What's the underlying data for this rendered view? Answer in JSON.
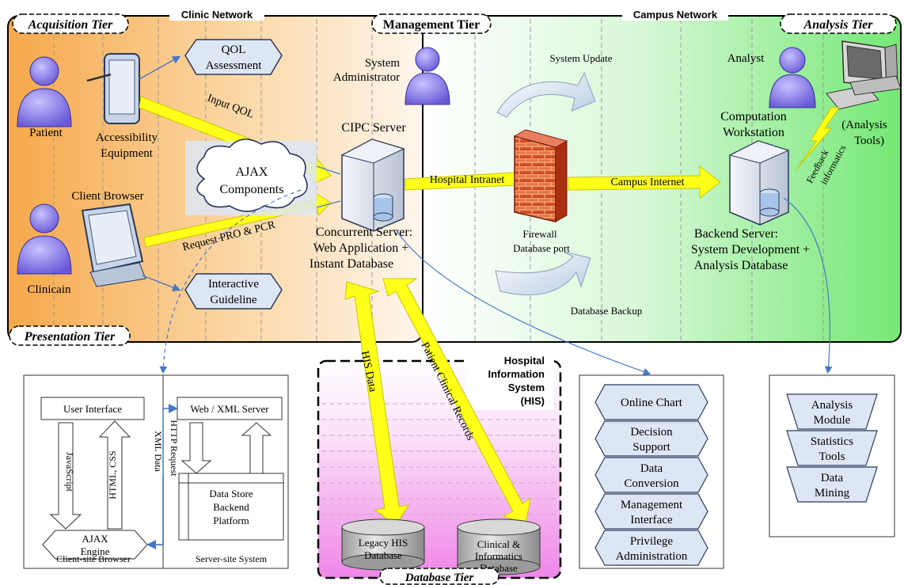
{
  "tiers": {
    "acquisition": "Acquisition Tier",
    "presentation": "Presentation Tier",
    "management": "Management Tier",
    "analysis": "Analysis Tier",
    "database": "Database Tier"
  },
  "networks": {
    "clinic": "Clinic Network",
    "campus": "Campus Network",
    "his_line1": "Hospital",
    "his_line2": "Information",
    "his_line3": "System",
    "his_line4": "(HIS)"
  },
  "actors": {
    "patient": "Patient",
    "clinician": "Clinicain",
    "sysadmin_line1": "System",
    "sysadmin_line2": "Administrator",
    "analyst": "Analyst"
  },
  "devices": {
    "accessibility_line1": "Accessibility",
    "accessibility_line2": "Equipment",
    "client_browser": "Client Browser",
    "cipc_server": "CIPC Server",
    "workstation_line1": "Computation",
    "workstation_line2": "Workstation",
    "analysis_tools_line1": "(Analysis",
    "analysis_tools_line2": "Tools)"
  },
  "boxes": {
    "qol_line1": "QOL",
    "qol_line2": "Assessment",
    "guideline_line1": "Interactive",
    "guideline_line2": "Guideline",
    "ajax_line1": "AJAX",
    "ajax_line2": "Components"
  },
  "servers": {
    "concurrent_line1": "Concurrent Server:",
    "concurrent_line2": "Web Application +",
    "concurrent_line3": "Instant Database",
    "backend_line1": "Backend Server:",
    "backend_line2": "System Development +",
    "backend_line3": "Analysis Database",
    "firewall_line1": "Firewall",
    "firewall_line2": "Database port"
  },
  "arrows": {
    "input_qol": "Input QOL",
    "request_pro": "Request PRO & PCR",
    "hospital_intranet": "Hospital Intranet",
    "campus_internet": "Campus Internet",
    "system_update": "System Update",
    "database_backup": "Database Backup",
    "feedback_line1": "Feedback",
    "feedback_line2": "informatics",
    "his_data": "HIS Data",
    "patient_records": "Patient Clinical Records"
  },
  "databases": {
    "legacy_line1": "Legacy HIS",
    "legacy_line2": "Database",
    "clinical_line1": "Clinical &",
    "clinical_line2": "Informatics",
    "clinical_line3": "Database"
  },
  "ajax_model": {
    "user_interface": "User Interface",
    "javascript": "JavaScript",
    "html_css": "HTML, CSS",
    "ajax_engine_line1": "AJAX",
    "ajax_engine_line2": "Engine",
    "xml_data": "XML Data",
    "http_request": "HTTP Request",
    "web_xml_server": "Web / XML Server",
    "datastore_line1": "Data Store",
    "datastore_line2": "Backend",
    "datastore_line3": "Platform",
    "client_site": "Client-site Browser",
    "server_site": "Server-site System"
  },
  "management_modules": [
    [
      "Online Chart"
    ],
    [
      "Decision",
      "Support"
    ],
    [
      "Data",
      "Conversion"
    ],
    [
      "Management",
      "Interface"
    ],
    [
      "Privilege",
      "Administration"
    ]
  ],
  "analysis_modules": [
    [
      "Analysis",
      "Module"
    ],
    [
      "Statistics",
      "Tools"
    ],
    [
      "Data",
      "Mining"
    ]
  ],
  "colors": {
    "clinic_orange": "#f6a84a",
    "campus_green": "#78e878",
    "database_pink": "#f08ee8",
    "arrow_yellow": "#ffff1a",
    "node_blue": "#dde6f5",
    "person_purple": "#8a7de0"
  }
}
